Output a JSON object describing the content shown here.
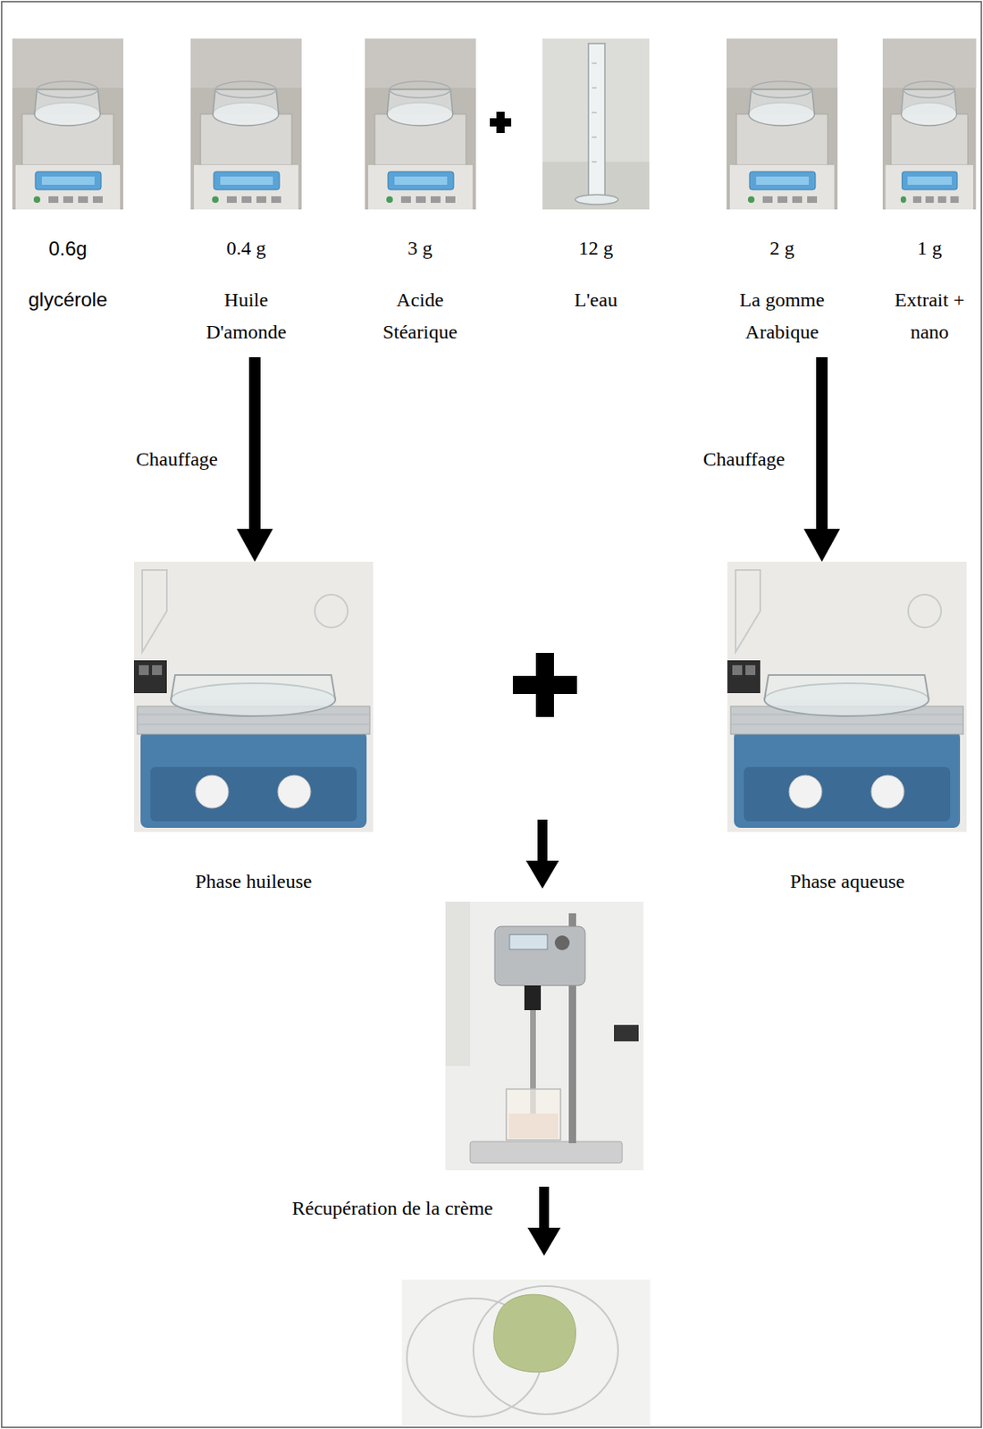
{
  "diagram": {
    "nodes": [
      {
        "text": [
          "0.6g",
          "glycérole"
        ]
      },
      {
        "text": [
          "0.4 g",
          "Huile D'amonde"
        ]
      },
      {
        "text": [
          "3 g",
          "Acide Stéarique"
        ]
      },
      {
        "text": [
          "12 g",
          "L'eau"
        ]
      },
      {
        "text": [
          "2 g",
          "La gomme Arabique"
        ]
      },
      {
        "text": [
          "1 g",
          "Extrait + nano"
        ]
      },
      {
        "text": [
          "Phase huileuse"
        ]
      },
      {
        "text": [
          "Phase aqueuse"
        ]
      }
    ],
    "edges": [
      {
        "from": 1,
        "to": 6,
        "label": "Chauffage",
        "arrow": "to"
      },
      {
        "from": 4,
        "to": 7,
        "label": "Chauffage",
        "arrow": "to"
      }
    ],
    "labels": [
      "Récupération de la crème"
    ]
  }
}
